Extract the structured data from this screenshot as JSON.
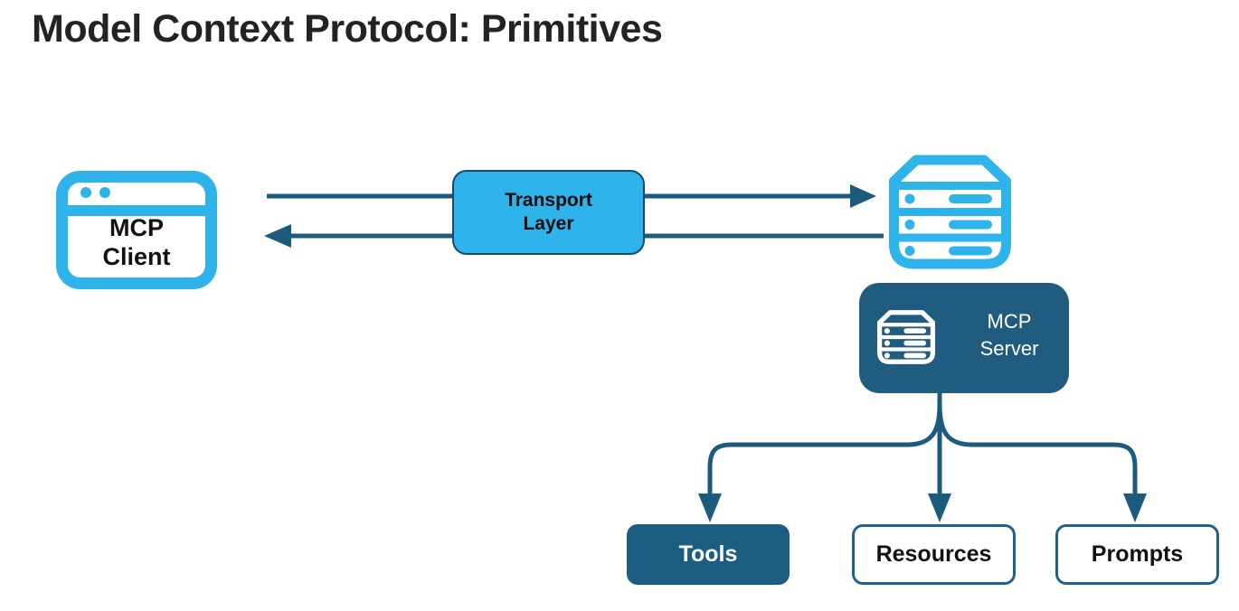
{
  "title": "Model Context Protocol: Primitives",
  "client": {
    "line1": "MCP",
    "line2": "Client",
    "icon": "browser-window-icon"
  },
  "transport": {
    "line1": "Transport",
    "line2": "Layer"
  },
  "server": {
    "line1": "MCP",
    "line2": "Server",
    "icon": "server-stack-icon"
  },
  "primitives": [
    {
      "label": "Tools",
      "variant": "filled"
    },
    {
      "label": "Resources",
      "variant": "outline"
    },
    {
      "label": "Prompts",
      "variant": "outline"
    }
  ],
  "colors": {
    "light_blue": "#2EB3EA",
    "dark_blue_fill": "#1C5D81",
    "server_box_fill": "#1F5C7F",
    "line_blue": "#1B5B7E",
    "transport_border": "#1A4A66",
    "outline_border": "#20608A",
    "title_text": "#232323"
  }
}
